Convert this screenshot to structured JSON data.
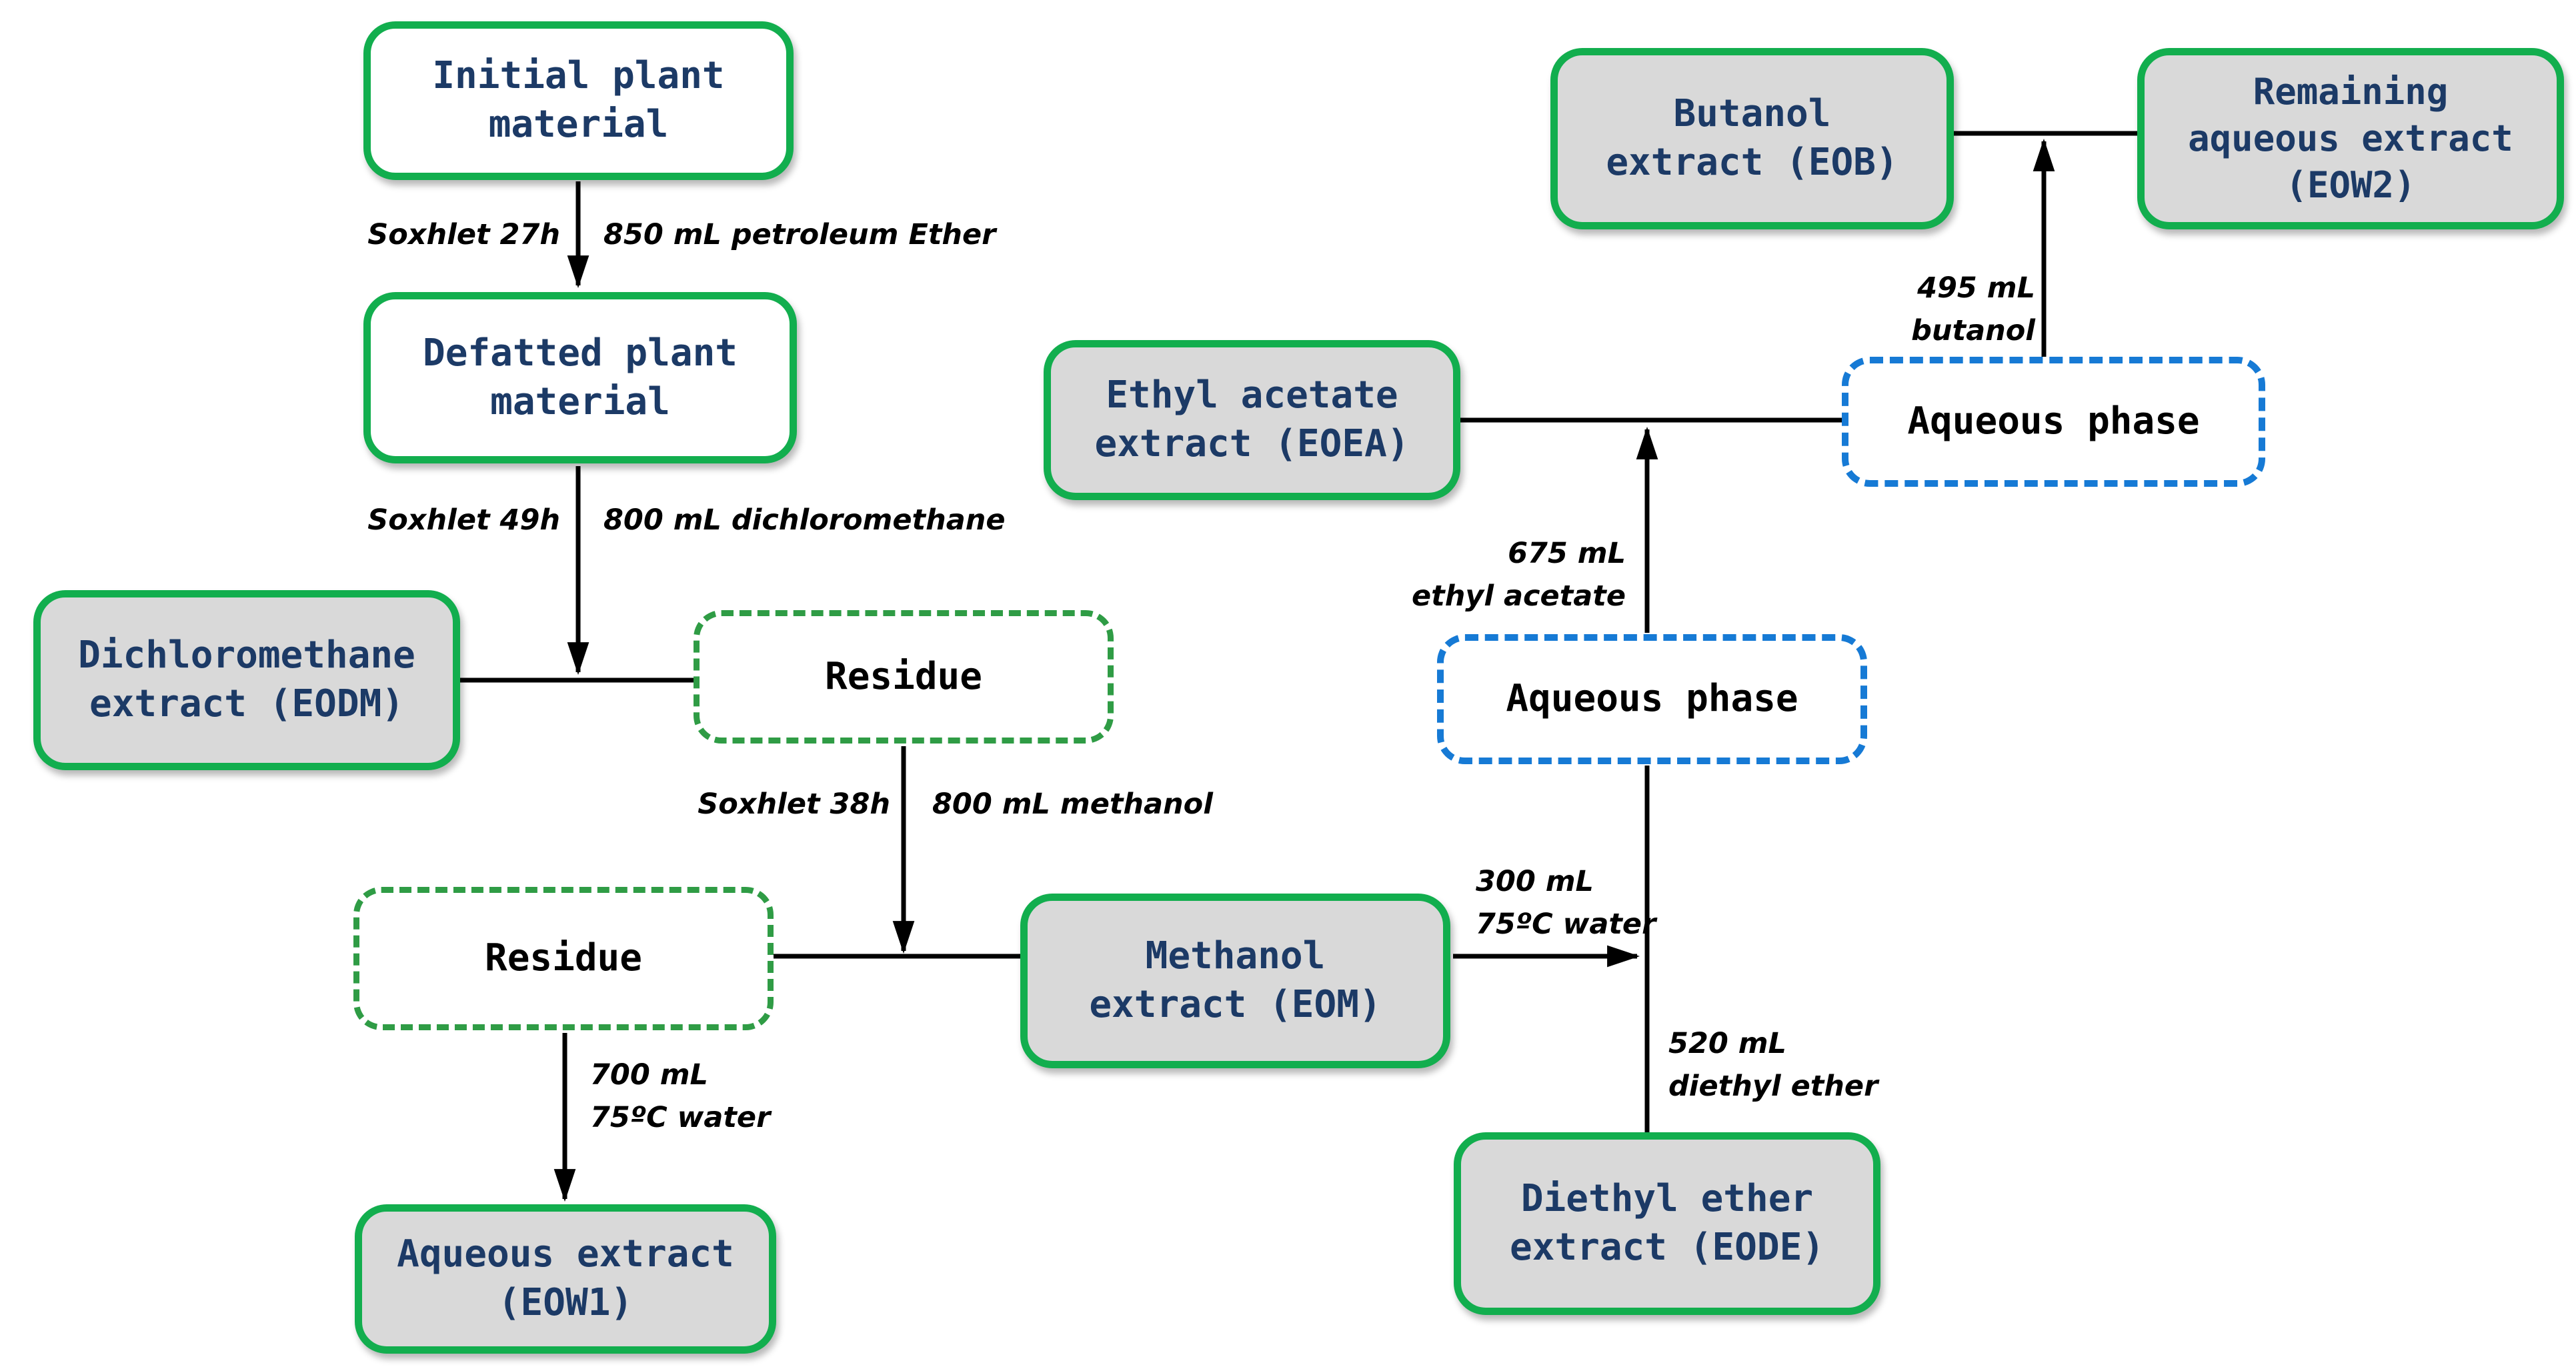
{
  "diagram": {
    "description": "Sequential solvent extraction flowchart of plant material",
    "colors": {
      "solid_box_border_green": "#12AE4E",
      "dashed_box_border_green": "#2F9C45",
      "dashed_box_border_blue": "#167AD5",
      "extract_text_navy": "#1C3A66",
      "phase_text_black": "#000000",
      "extract_box_fill_gray": "#D9D9D9",
      "material_box_fill_white": "#FFFFFF",
      "connector_black": "#000000"
    },
    "nodes": [
      {
        "id": "initial-plant-material",
        "label": "Initial plant\nmaterial",
        "shape": "rounded-rect solid green border, white fill"
      },
      {
        "id": "defatted-plant-material",
        "label": "Defatted plant\nmaterial",
        "shape": "rounded-rect solid green border, white fill"
      },
      {
        "id": "dichloromethane-extract",
        "label": "Dichloromethane\nextract (EODM)",
        "shape": "rounded-rect solid green border, gray fill"
      },
      {
        "id": "residue-1",
        "label": "Residue",
        "shape": "rounded-rect dashed green border, white fill"
      },
      {
        "id": "residue-2",
        "label": "Residue",
        "shape": "rounded-rect dashed green border, white fill"
      },
      {
        "id": "methanol-extract",
        "label": "Methanol\nextract (EOM)",
        "shape": "rounded-rect solid green border, gray fill"
      },
      {
        "id": "aqueous-extract-eow1",
        "label": "Aqueous extract\n(EOW1)",
        "shape": "rounded-rect solid green border, gray fill"
      },
      {
        "id": "ethyl-acetate-extract",
        "label": "Ethyl acetate\nextract (EOEA)",
        "shape": "rounded-rect solid green border, gray fill"
      },
      {
        "id": "aqueous-phase-middle",
        "label": "Aqueous phase",
        "shape": "rounded-rect dashed blue border, white fill"
      },
      {
        "id": "diethyl-ether-extract",
        "label": "Diethyl ether\nextract (EODE)",
        "shape": "rounded-rect solid green border, gray fill"
      },
      {
        "id": "butanol-extract",
        "label": "Butanol\nextract (EOB)",
        "shape": "rounded-rect solid green border, gray fill"
      },
      {
        "id": "remaining-aqueous-extract",
        "label": "Remaining\naqueous extract\n(EOW2)",
        "shape": "rounded-rect solid green border, gray fill"
      },
      {
        "id": "aqueous-phase-top",
        "label": "Aqueous phase",
        "shape": "rounded-rect dashed blue border, white fill"
      }
    ],
    "edge_labels": [
      {
        "id": "soxhlet-27h",
        "text": "Soxhlet 27h"
      },
      {
        "id": "petroleum-ether-850",
        "text": "850 mL petroleum Ether"
      },
      {
        "id": "soxhlet-49h",
        "text": "Soxhlet 49h"
      },
      {
        "id": "dichloromethane-800",
        "text": "800 mL dichloromethane"
      },
      {
        "id": "soxhlet-38h",
        "text": "Soxhlet 38h"
      },
      {
        "id": "methanol-800",
        "text": "800 mL methanol"
      },
      {
        "id": "water-700",
        "text": "700 mL\n75ºC water"
      },
      {
        "id": "water-300",
        "text": "300 mL\n75ºC water"
      },
      {
        "id": "diethyl-ether-520",
        "text": "520 mL\ndiethyl ether"
      },
      {
        "id": "ethyl-acetate-675",
        "text": "675 mL\nethyl acetate"
      },
      {
        "id": "butanol-495",
        "text": "495 mL\nbutanol"
      }
    ]
  }
}
